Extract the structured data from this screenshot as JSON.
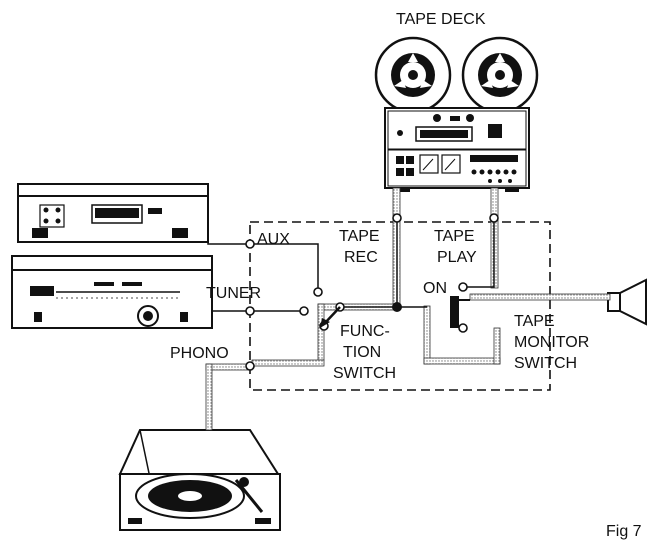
{
  "labels": {
    "tape_deck": "TAPE DECK",
    "aux": "AUX",
    "tape_rec_1": "TAPE",
    "tape_rec_2": "REC",
    "tape_play_1": "TAPE",
    "tape_play_2": "PLAY",
    "tuner": "TUNER",
    "on": "ON",
    "phono": "PHONO",
    "func_1": "FUNC-",
    "func_2": "TION",
    "func_3": "SWITCH",
    "monitor_1": "TAPE",
    "monitor_2": "MONITOR",
    "monitor_3": "SWITCH",
    "fig": "Fig 7"
  },
  "components": {
    "tape_deck": "tape-deck",
    "cassette_deck": "cassette-deck",
    "tuner": "tuner",
    "turntable": "turntable",
    "speaker": "speaker"
  }
}
